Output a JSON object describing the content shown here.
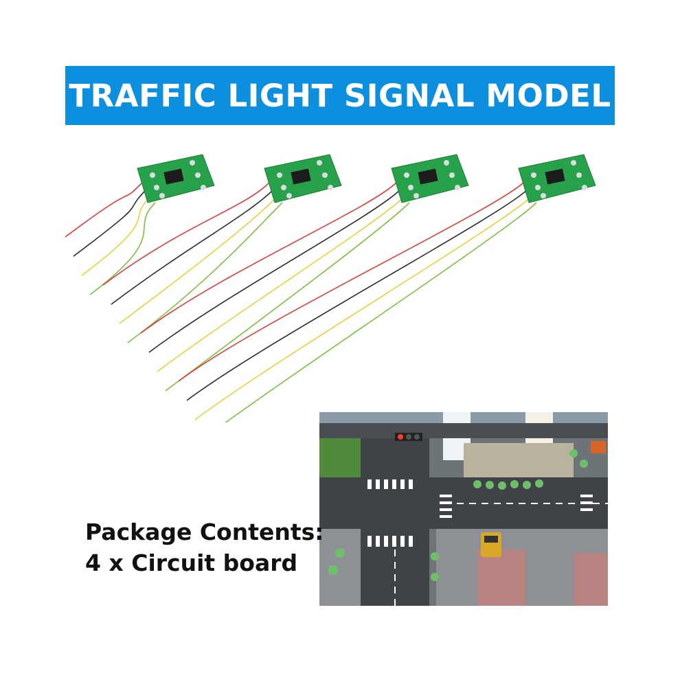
{
  "banner": {
    "title": "TRAFFIC LIGHT SIGNAL MODEL",
    "color": "#0d8fe0"
  },
  "caption": {
    "line1": "Package Contents:",
    "line2": "4 x Circuit board"
  },
  "colors": {
    "pcb": "#27a24a",
    "wire_red": "#e23a3a",
    "wire_black": "#2a2a2a",
    "wire_yellow": "#e6d23a",
    "wire_green": "#7bbf3e"
  }
}
